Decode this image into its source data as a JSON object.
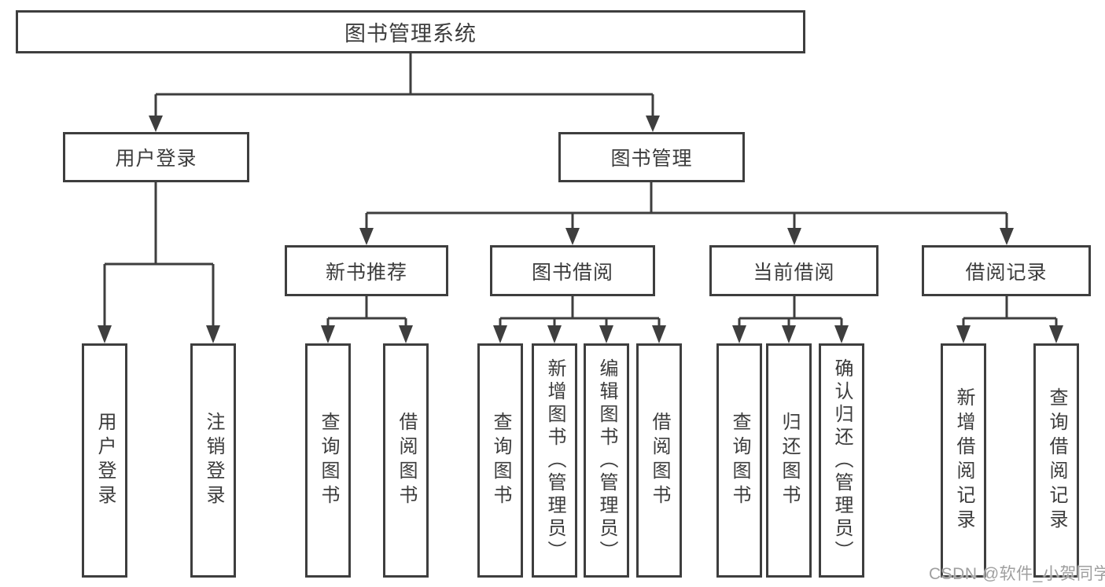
{
  "diagram": {
    "nodes": {
      "root": {
        "label": "图书管理系统"
      },
      "user_login": {
        "label": "用户登录"
      },
      "book_management": {
        "label": "图书管理"
      },
      "new_book_recommend": {
        "label": "新书推荐"
      },
      "book_borrowing": {
        "label": "图书借阅"
      },
      "current_borrowing": {
        "label": "当前借阅"
      },
      "borrowing_records": {
        "label": "借阅记录"
      },
      "leaf_user_login": {
        "label": "用户登录"
      },
      "leaf_logout_login": {
        "label": "注销登录"
      },
      "leaf_query_books_1": {
        "label": "查询图书"
      },
      "leaf_borrow_books_1": {
        "label": "借阅图书"
      },
      "leaf_query_books_2": {
        "label": "查询图书"
      },
      "leaf_add_books_admin": {
        "label": "新增图书（管理员）"
      },
      "leaf_edit_books_admin": {
        "label": "编辑图书（管理员）"
      },
      "leaf_borrow_books_2": {
        "label": "借阅图书"
      },
      "leaf_query_books_3": {
        "label": "查询图书"
      },
      "leaf_return_books": {
        "label": "归还图书"
      },
      "leaf_confirm_return_admin": {
        "label": "确认归还（管理员）"
      },
      "leaf_add_borrow_record": {
        "label": "新增借阅记录"
      },
      "leaf_query_borrow_record": {
        "label": "查询借阅记录"
      }
    },
    "colors": {
      "line": "#3e3e3e",
      "text": "#3c3c3c",
      "background": "#ffffff"
    }
  },
  "watermark": {
    "text": "CSDN @软件_小贺同学"
  }
}
